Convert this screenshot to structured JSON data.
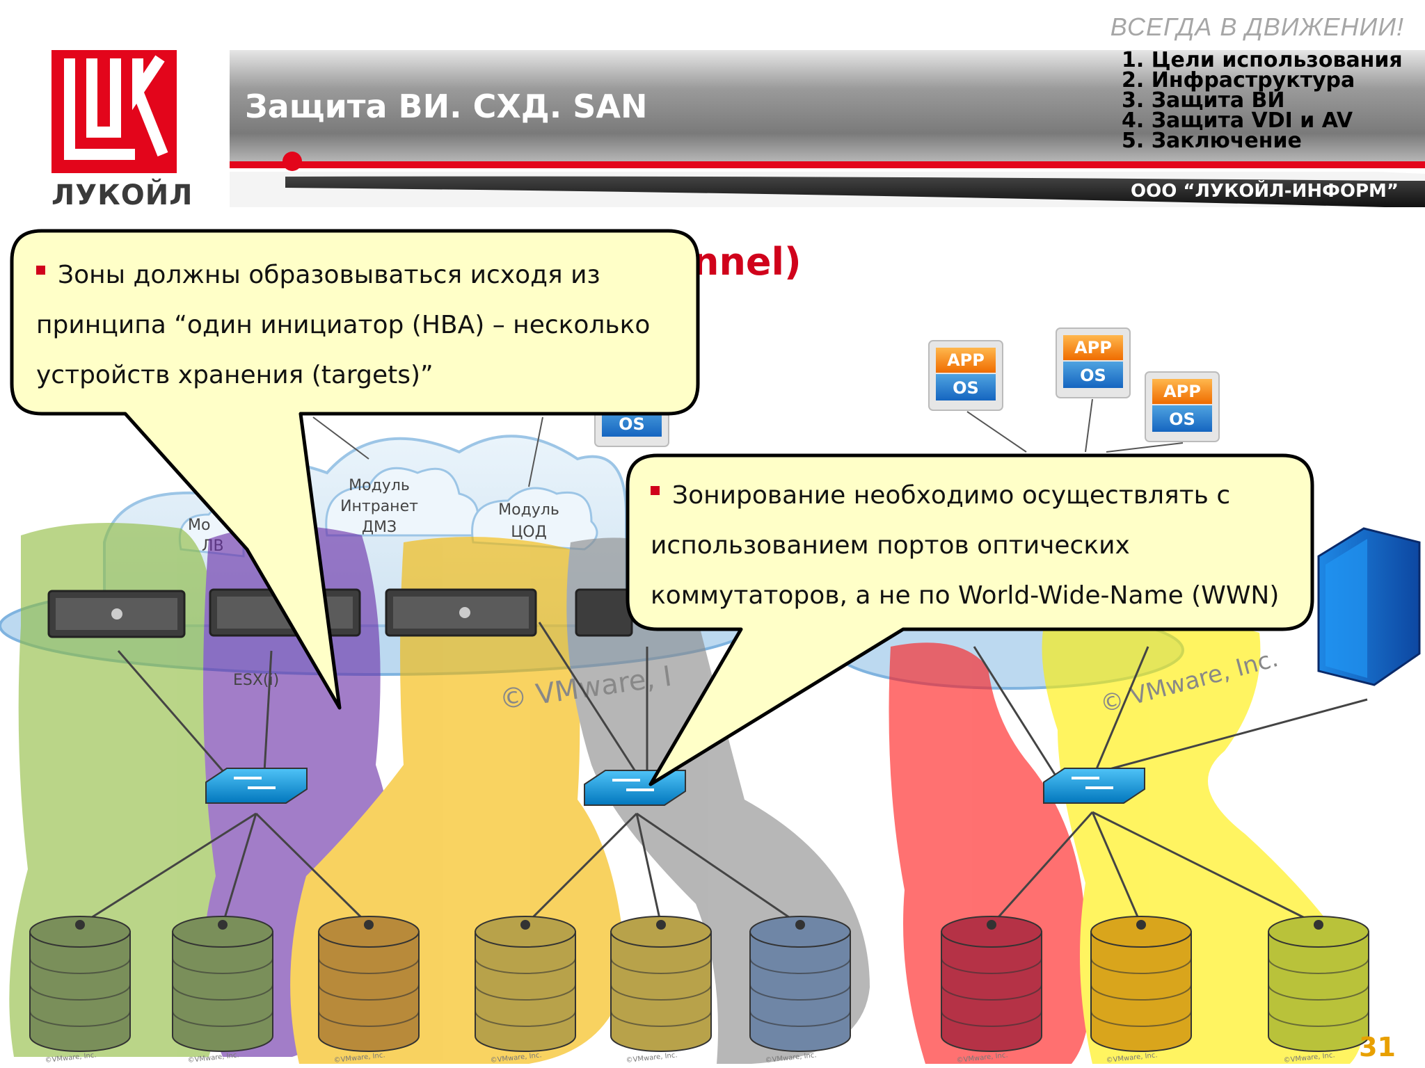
{
  "header": {
    "slogan": "ВСЕГДА В ДВИЖЕНИИ!",
    "title": "Защита ВИ. СХД. SAN",
    "company": "ООО “ЛУКОЙЛ-ИНФОРМ”",
    "agenda": [
      "1. Цели использования",
      "2. Инфраструктура",
      "3. Защита ВИ",
      "4. Защита VDI и AV",
      "5. Заключение"
    ]
  },
  "logo": {
    "word": "ЛУКОЙЛ",
    "brand_color": "#e3051b"
  },
  "slide_heading_fragment": "nnel)",
  "callouts": [
    {
      "lines": [
        "Зоны должны образовываться исходя из",
        "принципа “один инициатор (HBA) – несколько",
        "устройств хранения (targets)”"
      ]
    },
    {
      "lines": [
        "Зонирование необходимо осуществлять с",
        "использованием портов оптических",
        "коммутаторов, а не по World-Wide-Name (WWN)"
      ]
    }
  ],
  "diagram": {
    "vm_app": "APP",
    "vm_os": "OS",
    "modules": [
      "Модуль Интранет ДМЗ",
      "Модуль ЦОД"
    ],
    "module_partial": "Мо ЛВ",
    "esx_label": "ESX(i)",
    "watermark": "© VMware, Inc.",
    "watermark_partial": "© VMware, I",
    "copyright": "©VMware, Inc.",
    "zone_colors": [
      "#9cc74f",
      "#7d45b5",
      "#f6c232",
      "#9a9a9a",
      "#ff2a2a",
      "#ffee00"
    ]
  },
  "page_number": "31"
}
